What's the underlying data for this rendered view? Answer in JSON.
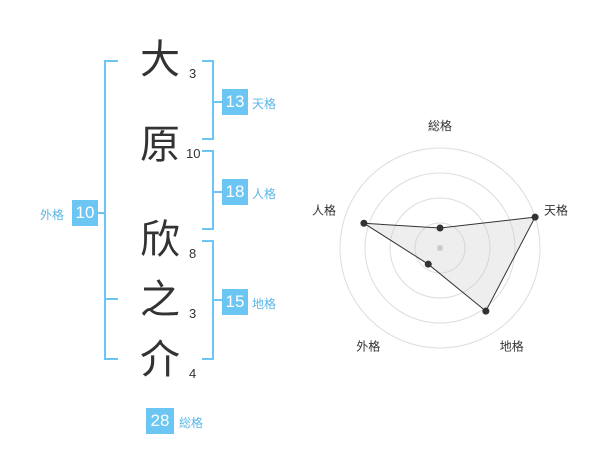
{
  "name": {
    "chars": [
      {
        "char": "大",
        "strokes": "3"
      },
      {
        "char": "原",
        "strokes": "10"
      },
      {
        "char": "欣",
        "strokes": "8"
      },
      {
        "char": "之",
        "strokes": "3"
      },
      {
        "char": "介",
        "strokes": "4"
      }
    ]
  },
  "kakusu": {
    "tenkaku": {
      "value": "13",
      "label": "天格"
    },
    "jinkaku": {
      "value": "18",
      "label": "人格"
    },
    "chikaku": {
      "value": "15",
      "label": "地格"
    },
    "gaikaku": {
      "value": "10",
      "label": "外格"
    },
    "soukaku": {
      "value": "28",
      "label": "総格"
    }
  },
  "colors": {
    "accent": "#6cc6f3",
    "text": "#333333",
    "label": "#5bb6e6"
  },
  "chart_data": {
    "type": "radar",
    "axes": [
      "総格",
      "天格",
      "地格",
      "外格",
      "人格"
    ],
    "values": [
      0.2,
      1.0,
      0.78,
      0.2,
      0.8
    ],
    "max": 1.0,
    "rings": 4
  }
}
